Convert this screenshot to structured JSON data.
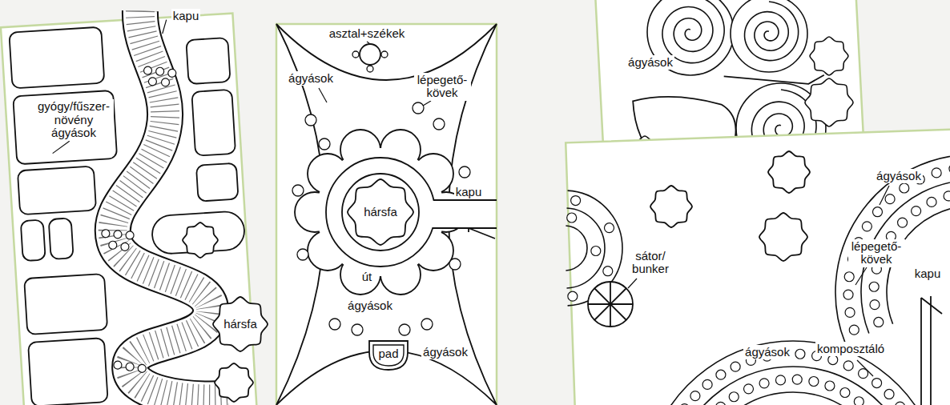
{
  "diagram": {
    "nodes": [
      {
        "text": [
          "hársfa"
        ]
      },
      {
        "text": [
          "hársfa"
        ]
      },
      {
        "text": [
          "pad"
        ]
      }
    ],
    "labels": [
      "kapu",
      "gyógy/fűszer- növény ágyások",
      "asztal+székek",
      "ágyások",
      "lépegető- kövek",
      "kapu",
      "út",
      "ágyások",
      "ágyások",
      "ágyások",
      "ágyások",
      "lépegető- kövek",
      "kapu",
      "sátor/ bunker",
      "ágyások",
      "komposztáló"
    ]
  }
}
